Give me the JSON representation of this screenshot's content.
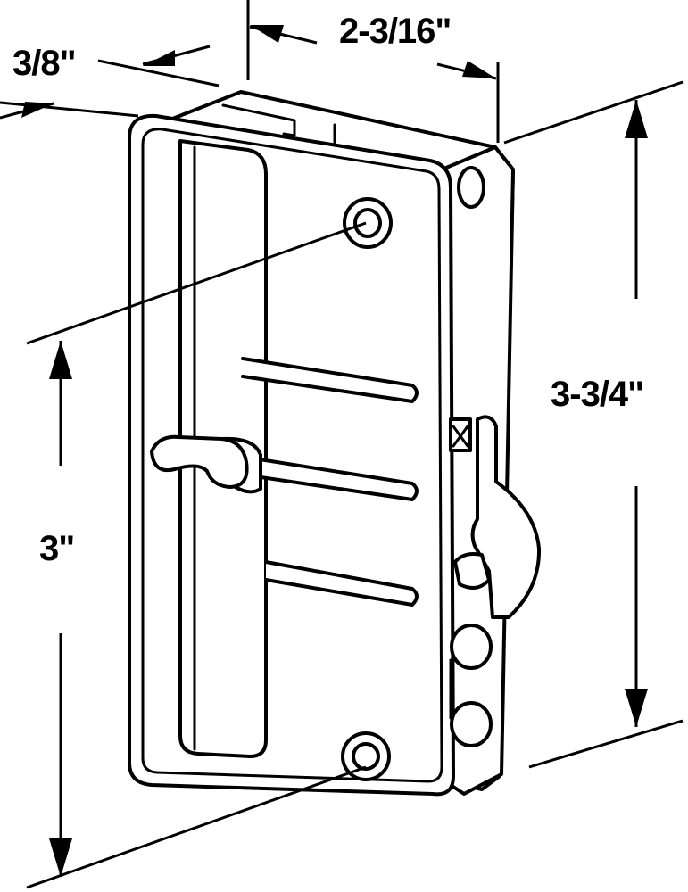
{
  "dimensions": {
    "depth": "3/8\"",
    "width": "2-3/16\"",
    "height": "3-3/4\"",
    "hole_spacing": "3\""
  }
}
